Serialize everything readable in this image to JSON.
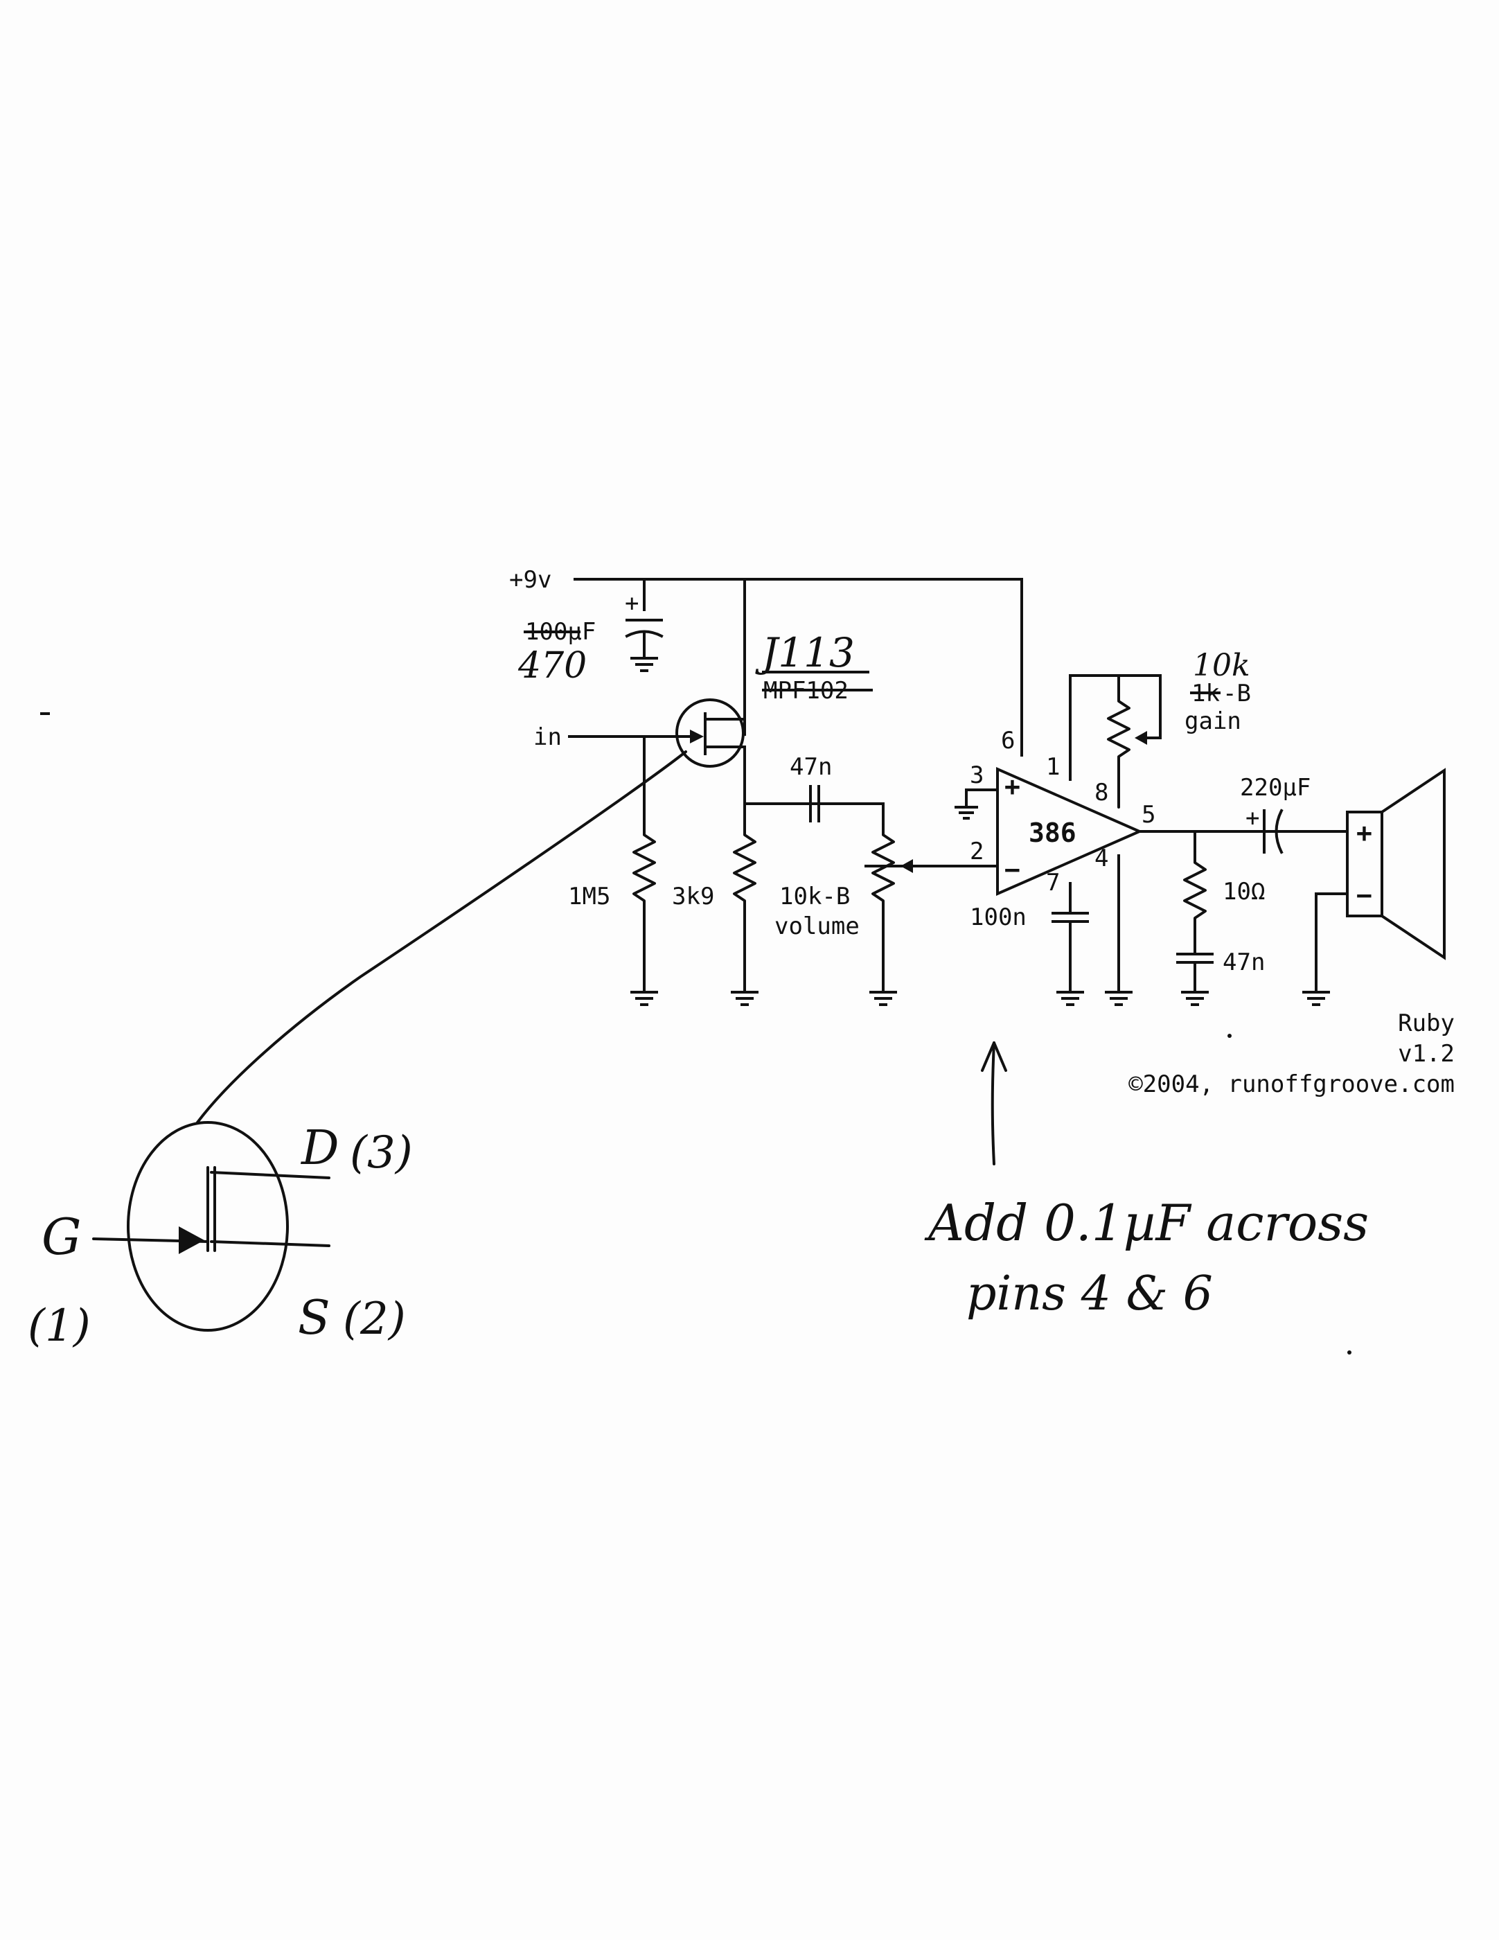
{
  "schematic": {
    "supply_label": "+9v",
    "input_label": "in",
    "c_supply_value_struck": "100µF",
    "c_supply_value_new": "470",
    "jfet_part_new": "J113",
    "jfet_part_struck": "MPF102",
    "r_gate": "1M5",
    "r_drain": "3k9",
    "c_coupling": "47n",
    "pot_volume_value": "10k-B",
    "pot_volume_name": "volume",
    "ic_name": "386",
    "pin_labels": {
      "p1": "1",
      "p2": "2",
      "p3": "3",
      "p4": "4",
      "p5": "5",
      "p6": "6",
      "p7": "7",
      "p8": "8"
    },
    "ic_plus": "+",
    "ic_minus": "−",
    "c_bypass": "100n",
    "pot_gain_value_new": "10k",
    "pot_gain_value_struck": "1k",
    "pot_gain_suffix": "-B",
    "pot_gain_name": "gain",
    "c_output": "220µF",
    "c_output_plus": "+",
    "r_zobel": "10Ω",
    "c_zobel": "47n",
    "speaker_plus": "+",
    "speaker_minus": "−",
    "title": "Ruby",
    "version": "v1.2",
    "copyright": "©2004, runoffgroove.com"
  },
  "annotations": {
    "note_line1": "Add 0.1µF across",
    "note_line2": "pins 4 & 6",
    "pinout_gate": "G",
    "pinout_gate_num": "(1)",
    "pinout_drain": "D",
    "pinout_drain_num": "(3)",
    "pinout_source": "S",
    "pinout_source_num": "(2)"
  }
}
